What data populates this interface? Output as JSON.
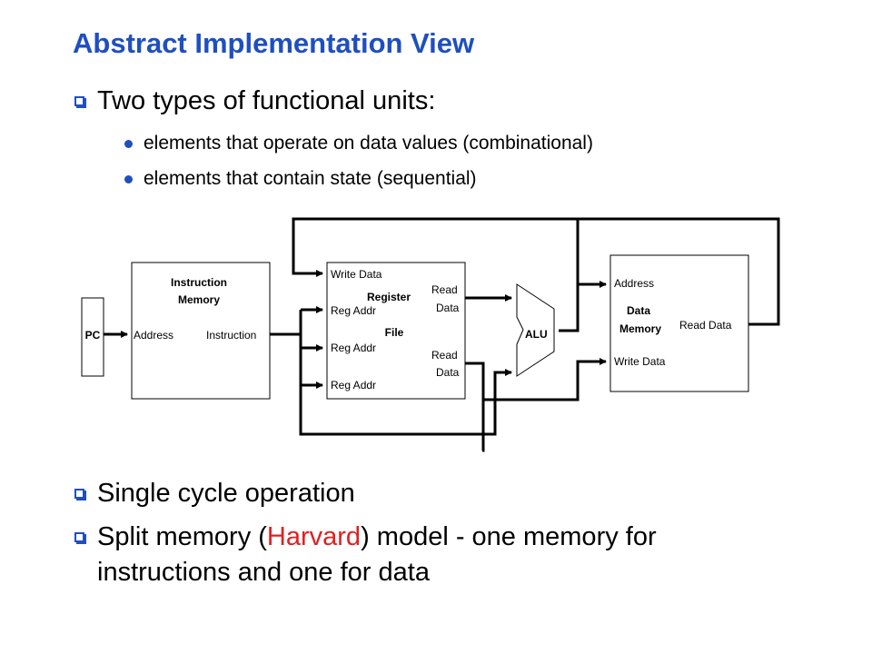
{
  "title": "Abstract Implementation View",
  "bullets_top": {
    "main": "Two types of functional units:",
    "sub": [
      "elements that operate on data values (combinational)",
      "elements that contain state (sequential)"
    ]
  },
  "diagram": {
    "pc": "PC",
    "imem": {
      "title1": "Instruction",
      "title2": "Memory",
      "address": "Address",
      "instruction": "Instruction"
    },
    "regfile": {
      "write_data": "Write Data",
      "title1": "Register",
      "title2": "File",
      "reg_addr_1": "Reg Addr",
      "reg_addr_2": "Reg Addr",
      "reg_addr_3": "Reg Addr",
      "read_data_1a": "Read",
      "read_data_1b": "Data",
      "read_data_2a": "Read",
      "read_data_2b": "Data"
    },
    "alu": "ALU",
    "dmem": {
      "address": "Address",
      "title1": "Data",
      "title2": "Memory",
      "read_data": "Read Data",
      "write_data": "Write Data"
    }
  },
  "bullets_bottom": {
    "item1": "Single cycle operation",
    "item2_pre": "Split memory (",
    "item2_highlight": "Harvard",
    "item2_post": ") model - one memory for",
    "item2_line2": "instructions and one for data"
  },
  "colors": {
    "title": "#1f4fbf",
    "bullet": "#1f4fbf",
    "highlight": "#e02020"
  }
}
